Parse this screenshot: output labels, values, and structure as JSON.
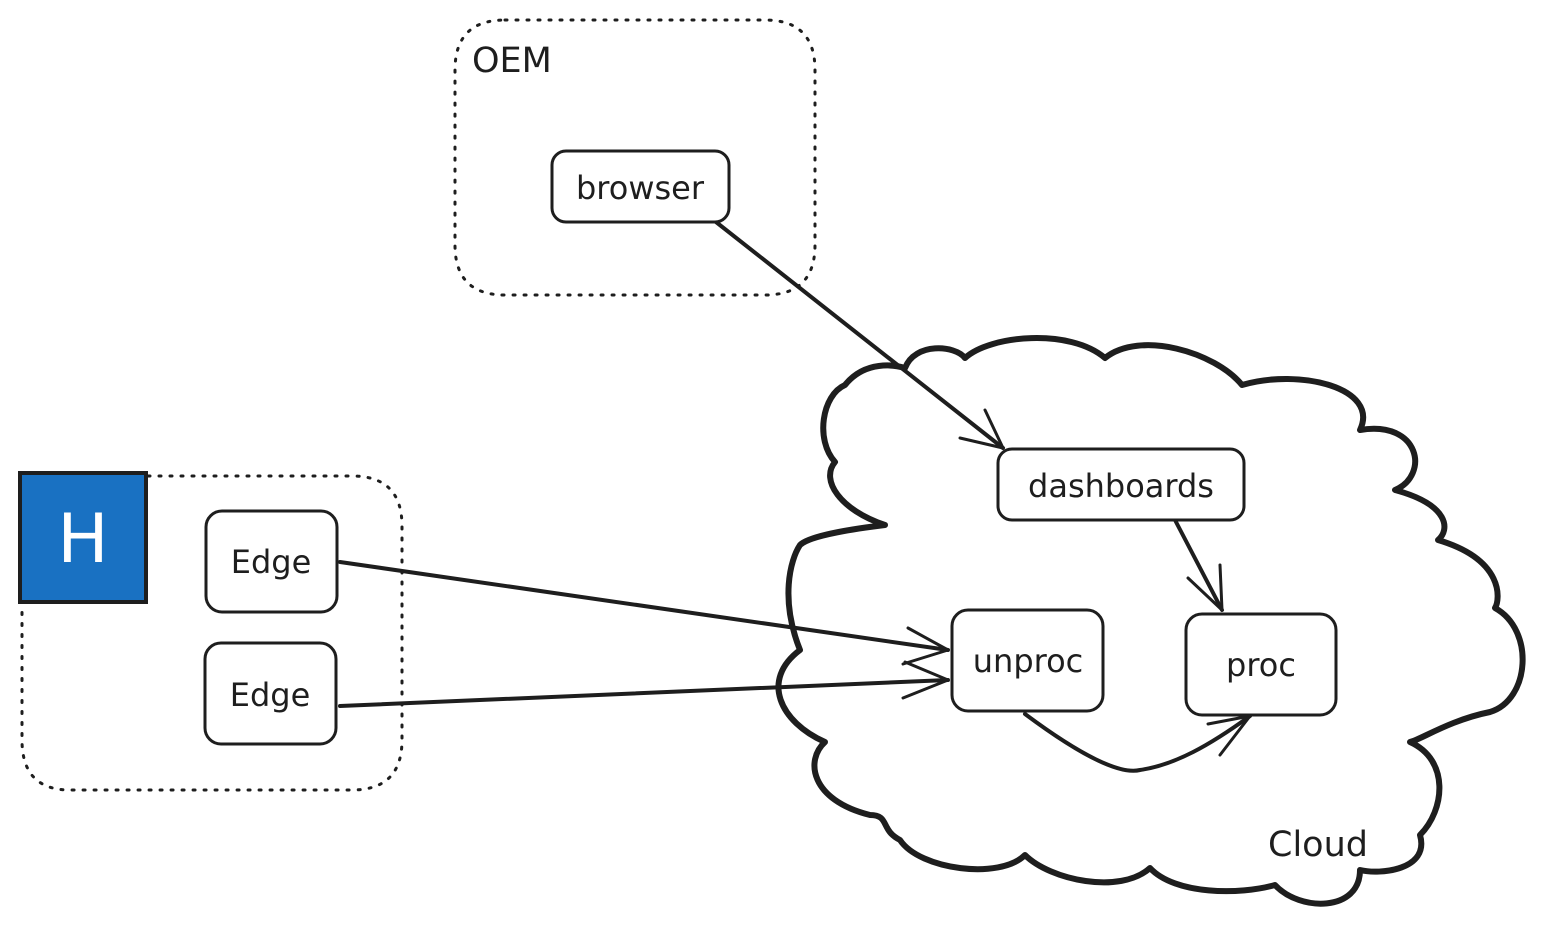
{
  "groups": {
    "oem": {
      "label": "OEM"
    },
    "cloud": {
      "label": "Cloud"
    }
  },
  "badge": {
    "letter": "H",
    "color": "#1971c2",
    "text_color": "#ffffff"
  },
  "nodes": {
    "browser": "browser",
    "dashboards": "dashboards",
    "edge_1": "Edge",
    "edge_2": "Edge",
    "unproc": "unproc",
    "proc": "proc"
  },
  "style": {
    "stroke_color": "#1e1e1e",
    "background": "#ffffff"
  }
}
